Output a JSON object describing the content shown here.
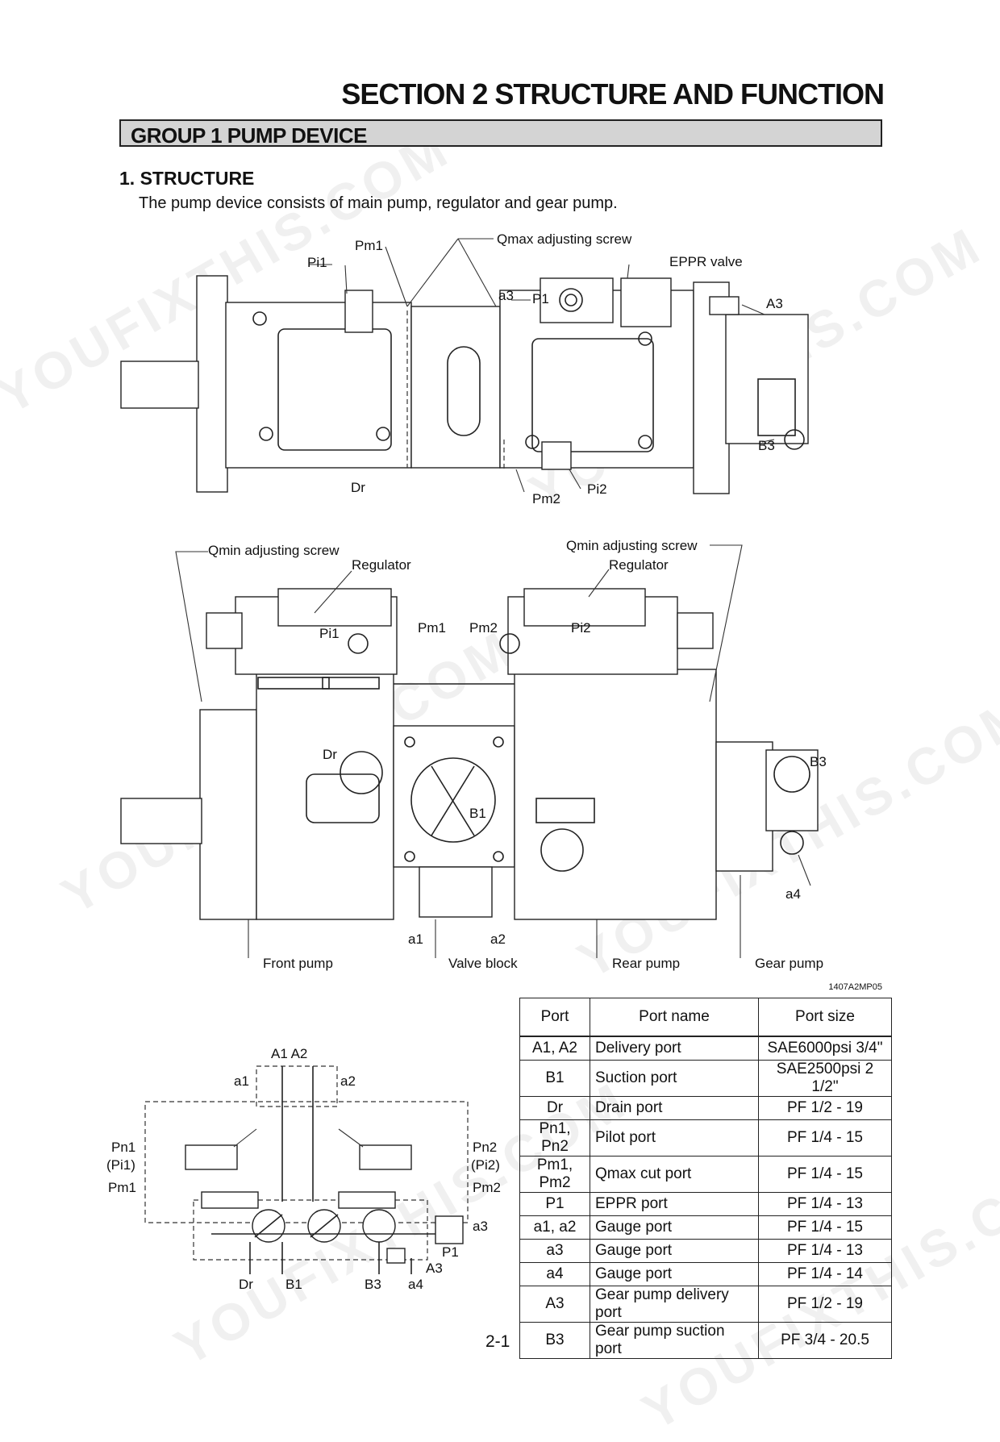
{
  "header": {
    "section_title": "SECTION  2  STRUCTURE AND FUNCTION",
    "group_title": "GROUP  1  PUMP DEVICE"
  },
  "structure": {
    "heading": "1. STRUCTURE",
    "description": "The pump device consists of main pump, regulator and gear pump."
  },
  "top_view": {
    "labels": {
      "pm1": "Pm1",
      "pi1": "Pi1",
      "qmax": "Qmax adjusting screw",
      "eppr": "EPPR valve",
      "a3": "a3",
      "p1": "P1",
      "a3_port": "A3",
      "b3": "B3",
      "dr": "Dr",
      "pm2": "Pm2",
      "pi2": "Pi2"
    }
  },
  "side_view": {
    "labels": {
      "qmin_left": "Qmin adjusting screw",
      "qmin_right": "Qmin adjusting screw",
      "regulator_left": "Regulator",
      "regulator_right": "Regulator",
      "pi1": "Pi1",
      "pm1": "Pm1",
      "pm2": "Pm2",
      "pi2": "Pi2",
      "dr": "Dr",
      "b1": "B1",
      "b3": "B3",
      "a4": "a4",
      "a1": "a1",
      "a2": "a2",
      "front_pump": "Front pump",
      "valve_block": "Valve block",
      "rear_pump": "Rear pump",
      "gear_pump": "Gear pump"
    }
  },
  "drawing_code": "1407A2MP05",
  "hydraulic_symbol": {
    "labels": {
      "a1_a2": "A1  A2",
      "a1": "a1",
      "a2": "a2",
      "pn1": "Pn1",
      "pi1": "(Pi1)",
      "pm1": "Pm1",
      "pn2": "Pn2",
      "pi2": "(Pi2)",
      "pm2": "Pm2",
      "a3": "a3",
      "p1": "P1",
      "a3_port": "A3",
      "dr": "Dr",
      "b1": "B1",
      "b3": "B3",
      "a4": "a4"
    }
  },
  "port_table": {
    "headers": [
      "Port",
      "Port name",
      "Port size"
    ],
    "rows": [
      [
        "A1, A2",
        "Delivery port",
        "SAE6000psi 3/4\""
      ],
      [
        "B1",
        "Suction port",
        "SAE2500psi 2 1/2\""
      ],
      [
        "Dr",
        "Drain port",
        "PF 1/2 - 19"
      ],
      [
        "Pn1, Pn2",
        "Pilot port",
        "PF 1/4 - 15"
      ],
      [
        "Pm1, Pm2",
        "Qmax cut port",
        "PF 1/4 - 15"
      ],
      [
        "P1",
        "EPPR port",
        "PF 1/4 - 13"
      ],
      [
        "a1, a2",
        "Gauge port",
        "PF 1/4 - 15"
      ],
      [
        "a3",
        "Gauge port",
        "PF 1/4 - 13"
      ],
      [
        "a4",
        "Gauge port",
        "PF 1/4 - 14"
      ],
      [
        "A3",
        "Gear pump delivery port",
        "PF 1/2 - 19"
      ],
      [
        "B3",
        "Gear pump suction port",
        "PF 3/4 - 20.5"
      ]
    ]
  },
  "page_number": "2-1",
  "watermark": "YOUFIXTHIS.COM"
}
